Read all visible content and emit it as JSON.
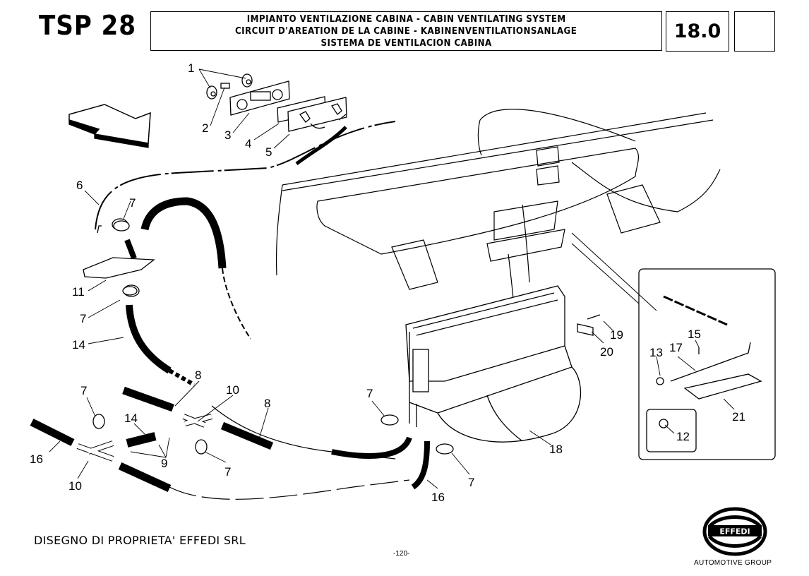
{
  "header": {
    "model": "TSP 28",
    "title_lines": [
      "IMPIANTO VENTILAZIONE CABINA - CABIN VENTILATING SYSTEM",
      "CIRCUIT D'AREATION DE LA CABINE - KABINENVENTILATIONSANLAGE",
      "SISTEMA DE VENTILACION CABINA"
    ],
    "section": "18.0"
  },
  "callouts": [
    {
      "id": "c1",
      "label": "1"
    },
    {
      "id": "c2",
      "label": "2"
    },
    {
      "id": "c3",
      "label": "3"
    },
    {
      "id": "c4",
      "label": "4"
    },
    {
      "id": "c5",
      "label": "5"
    },
    {
      "id": "c6",
      "label": "6"
    },
    {
      "id": "c7a",
      "label": "7"
    },
    {
      "id": "c11",
      "label": "11"
    },
    {
      "id": "c7b",
      "label": "7"
    },
    {
      "id": "c14a",
      "label": "14"
    },
    {
      "id": "c8a",
      "label": "8"
    },
    {
      "id": "c10a",
      "label": "10"
    },
    {
      "id": "c8b",
      "label": "8"
    },
    {
      "id": "c7c",
      "label": "7"
    },
    {
      "id": "c14b",
      "label": "14"
    },
    {
      "id": "c16a",
      "label": "16"
    },
    {
      "id": "c9",
      "label": "9"
    },
    {
      "id": "c10b",
      "label": "10"
    },
    {
      "id": "c7d",
      "label": "7"
    },
    {
      "id": "c7e",
      "label": "7"
    },
    {
      "id": "c7f",
      "label": "7"
    },
    {
      "id": "c16b",
      "label": "16"
    },
    {
      "id": "c18",
      "label": "18"
    },
    {
      "id": "c19",
      "label": "19"
    },
    {
      "id": "c20",
      "label": "20"
    },
    {
      "id": "c13",
      "label": "13"
    },
    {
      "id": "c15",
      "label": "15"
    },
    {
      "id": "c17",
      "label": "17"
    },
    {
      "id": "c21",
      "label": "21"
    },
    {
      "id": "c12",
      "label": "12"
    }
  ],
  "footer": {
    "owner": "DISEGNO DI PROPRIETA' EFFEDI SRL",
    "page": "-120-",
    "logo_text": "EFFEDI",
    "logo_tagline": "AUTOMOTIVE GROUP"
  }
}
